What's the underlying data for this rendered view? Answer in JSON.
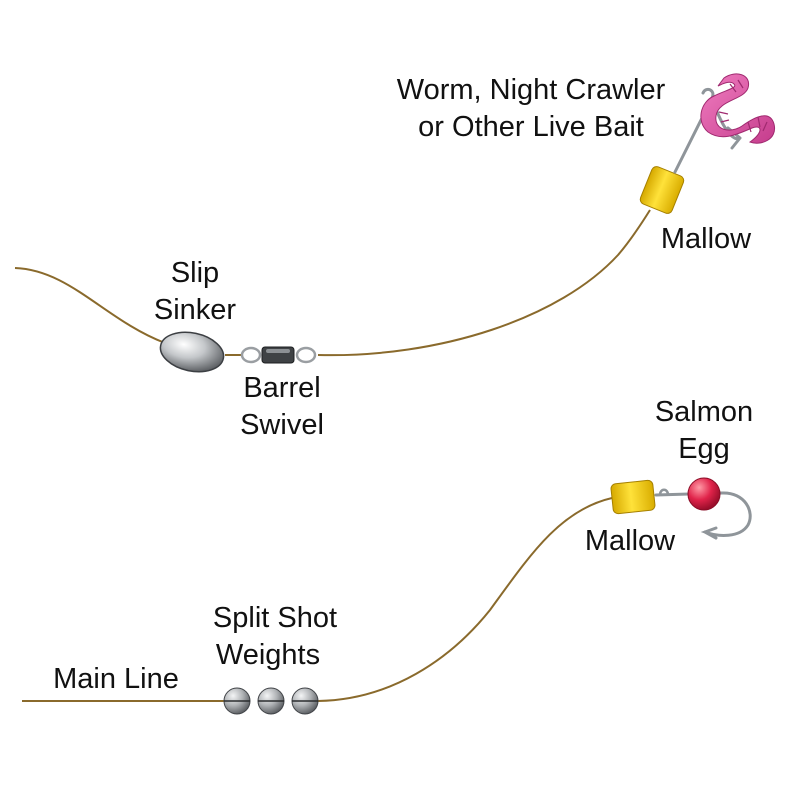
{
  "colors": {
    "line": "#8a6a2c",
    "mallow": "#f5d315",
    "worm": "#e25aa6",
    "salmon_egg": "#e0234a",
    "sinker": "#b9bcbf",
    "hook": "#8f959a"
  },
  "top_rig": {
    "bait_label": [
      "Worm, Night Crawler",
      "or Other Live Bait"
    ],
    "mallow_label": "Mallow",
    "sinker_label": [
      "Slip",
      "Sinker"
    ],
    "swivel_label": [
      "Barrel",
      "Swivel"
    ]
  },
  "bottom_rig": {
    "egg_label": [
      "Salmon",
      "Egg"
    ],
    "mallow_label": "Mallow",
    "weights_label": [
      "Split Shot",
      "Weights"
    ],
    "line_label": "Main Line"
  }
}
